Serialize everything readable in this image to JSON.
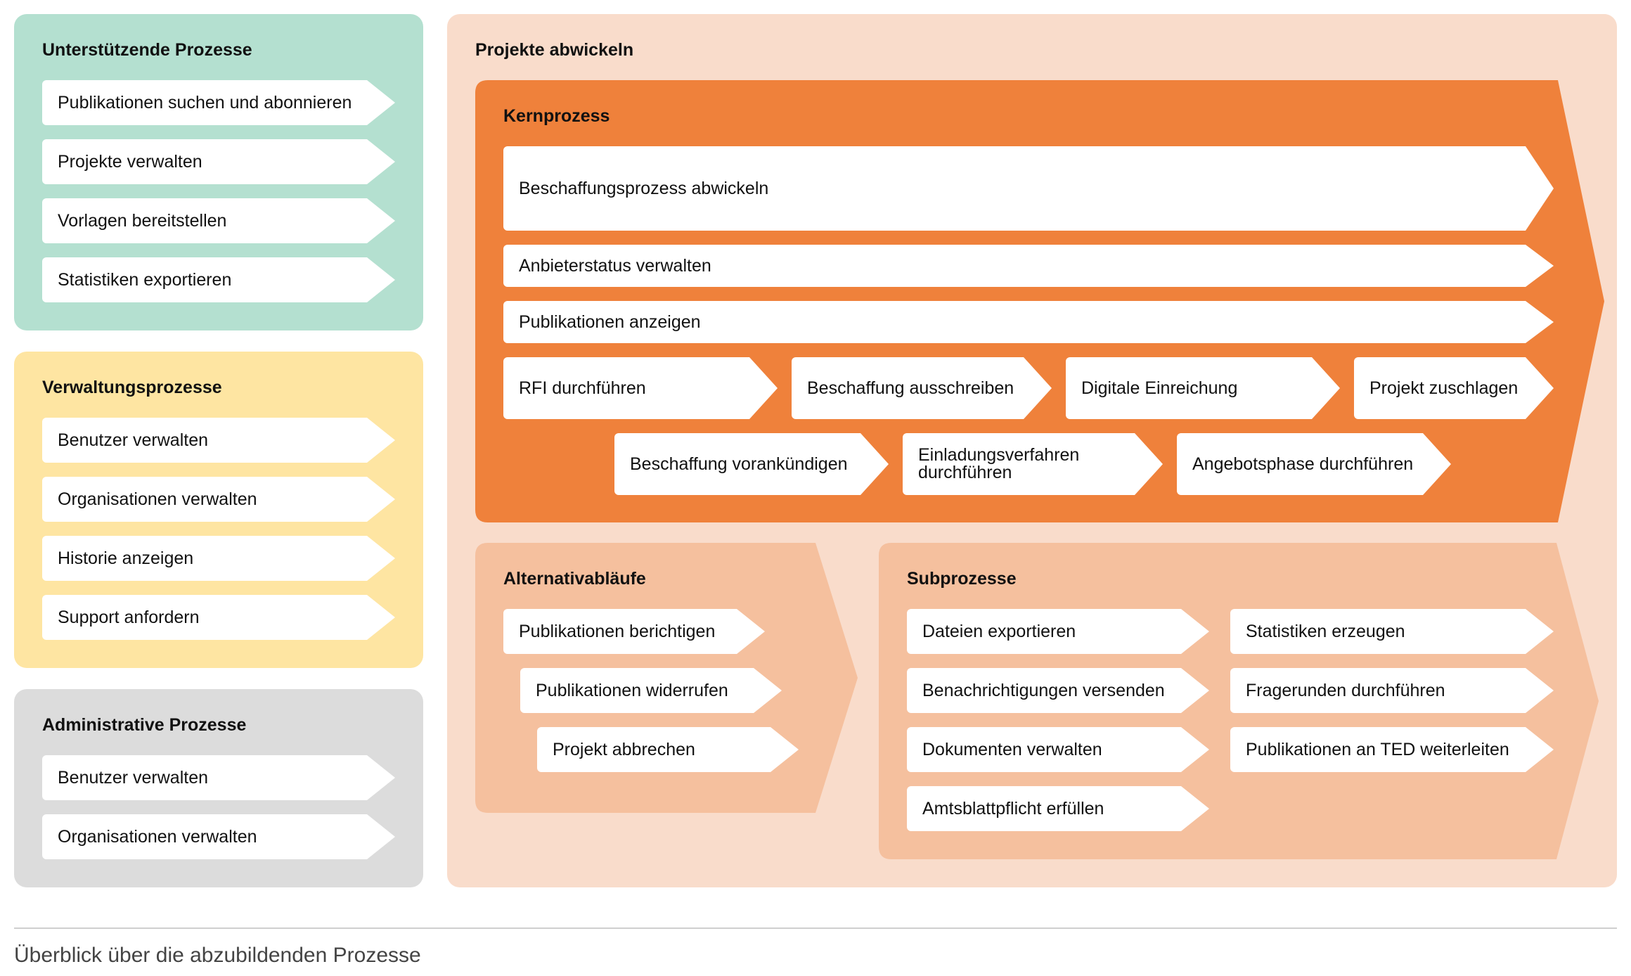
{
  "colors": {
    "supporting_bg": "#b4e0d0",
    "admin_process_bg": "#fee5a2",
    "administrative_bg": "#dcdcdc",
    "project_bg": "#f9dccb",
    "core_bg": "#ef813b",
    "alt_bg": "#f5c09e",
    "sub_bg": "#f5c09e",
    "box_bg": "#ffffff"
  },
  "supporting": {
    "title": "Unterstützende Prozesse",
    "items": [
      "Publikationen suchen und abonnieren",
      "Projekte verwalten",
      "Vorlagen bereitstellen",
      "Statistiken exportieren"
    ]
  },
  "management": {
    "title": "Verwaltungsprozesse",
    "items": [
      "Benutzer verwalten",
      "Organisationen verwalten",
      "Historie anzeigen",
      "Support anfordern"
    ]
  },
  "administrative": {
    "title": "Administrative Prozesse",
    "items": [
      "Benutzer verwalten",
      "Organisationen verwalten"
    ]
  },
  "project": {
    "title": "Projekte abwickeln",
    "core": {
      "title": "Kernprozess",
      "main": "Beschaffungsprozess abwickeln",
      "rows": [
        "Anbieterstatus verwalten",
        "Publikationen anzeigen"
      ],
      "steps": [
        "RFI durchführen",
        "Beschaffung ausschreiben",
        "Digitale Einreichung",
        "Projekt zuschlagen"
      ],
      "substeps": [
        "Beschaffung vorankündigen",
        "Einladungsverfahren durchführen",
        "Angebotsphase durchführen"
      ]
    },
    "alternatives": {
      "title": "Alternativabläufe",
      "items": [
        "Publikationen berichtigen",
        "Publikationen widerrufen",
        "Projekt abbrechen"
      ]
    },
    "subprocesses": {
      "title": "Subprozesse",
      "left": [
        "Dateien exportieren",
        "Benachrichtigungen versenden",
        "Dokumenten verwalten",
        "Amtsblattpflicht erfüllen"
      ],
      "right": [
        "Statistiken erzeugen",
        "Fragerunden durchführen",
        "Publikationen an TED weiterleiten"
      ]
    }
  },
  "caption": "Überblick über die abzubildenden Prozesse"
}
